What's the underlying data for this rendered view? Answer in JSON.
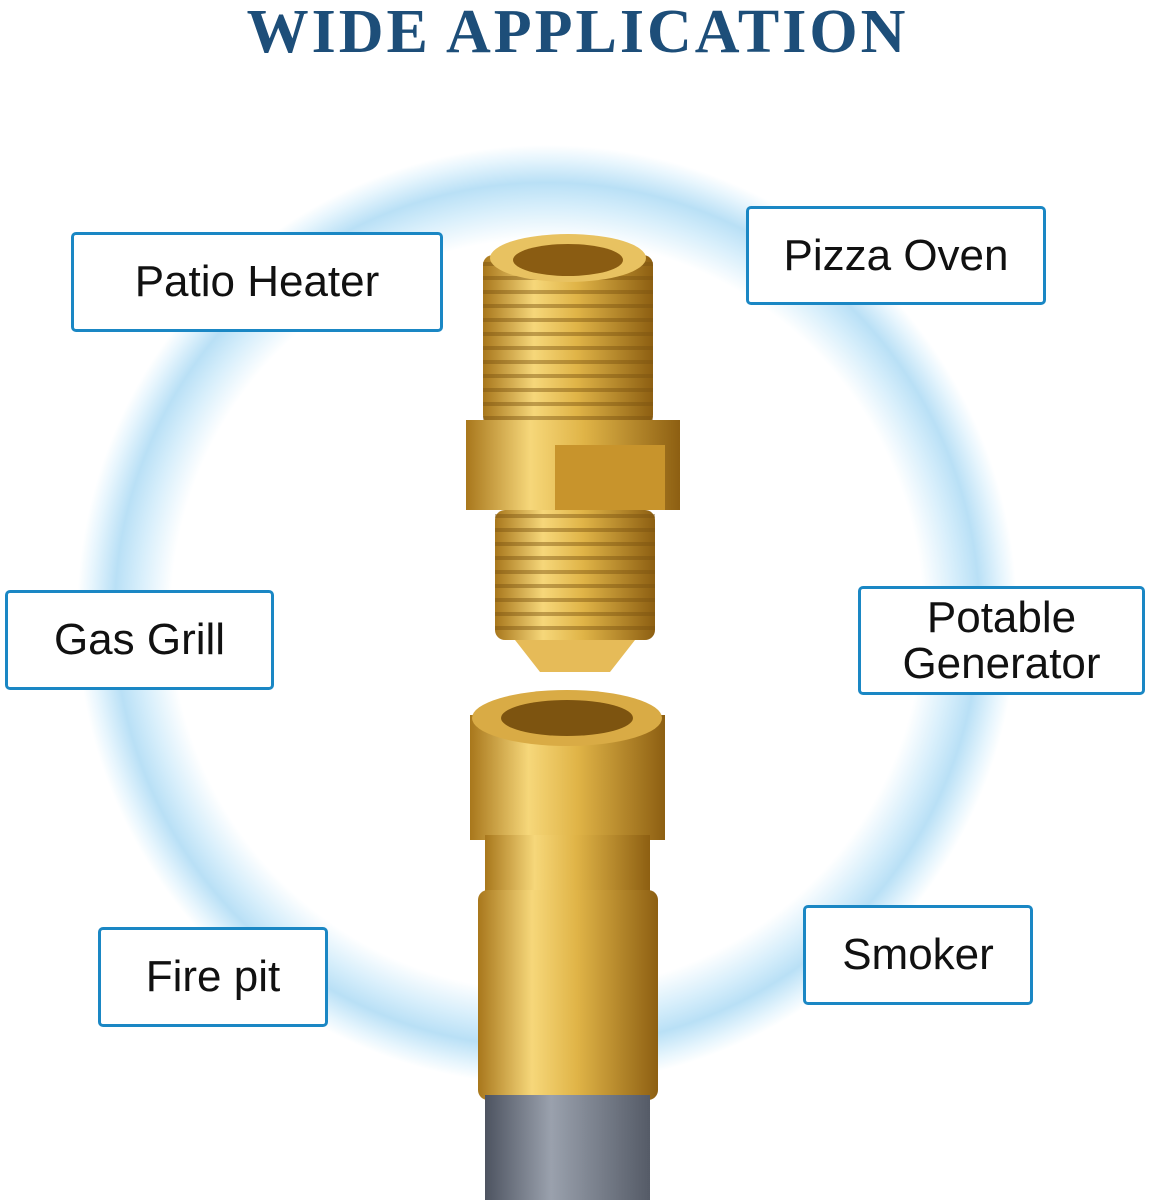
{
  "title": "WIDE APPLICATION",
  "colors": {
    "title": "#1d4e79",
    "label_border": "#1a87c4",
    "ring": "#bfe3f7",
    "brass": "#d9a93a",
    "hose": "#6f7785"
  },
  "applications": [
    {
      "label": "Patio Heater"
    },
    {
      "label": "Pizza Oven"
    },
    {
      "label": "Gas Grill"
    },
    {
      "label": "Potable Generator"
    },
    {
      "label": "Fire pit"
    },
    {
      "label": "Smoker"
    }
  ]
}
